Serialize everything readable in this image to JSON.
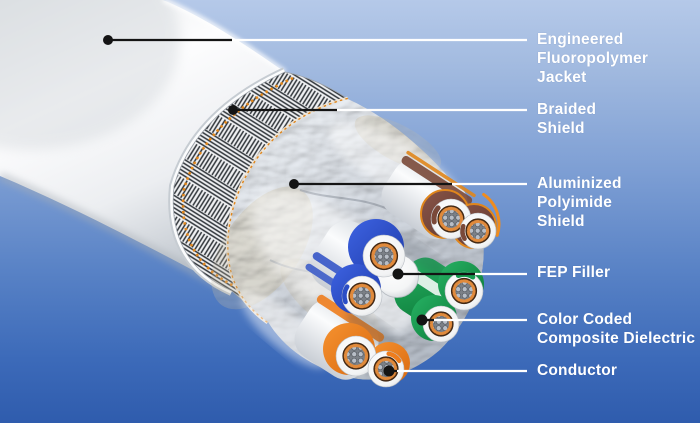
{
  "diagram": {
    "title_implicit": "Shielded multi-pair cable cutaway",
    "labels": {
      "jacket": "Engineered\nFluoropolymer\nJacket",
      "braided_shield": "Braided\nShield",
      "foil_shield": "Aluminized\nPolyimide\nShield",
      "filler": "FEP Filler",
      "dielectric": "Color Coded\nComposite Dielectric",
      "conductor": "Conductor"
    },
    "colors": {
      "background_top": "#b5c9e9",
      "background_bottom": "#2f5cad",
      "label_text": "#ffffff",
      "leader_line_over_cable": "#141414",
      "leader_line_over_sky": "#ffffff",
      "jacket_white": "#f7f8fa",
      "braid_strand_dark": "#2e3338",
      "shield_tape_orange": "#e0861c",
      "foil_silver": "#ccd1d8",
      "pair_blue": "#2b4ec6",
      "pair_green": "#149a4e",
      "pair_orange": "#ee7d1d",
      "pair_brown": "#7a4939",
      "copper": "#c87a33",
      "strand_gray": "#aab0b9",
      "fep_filler_white": "#ffffff"
    }
  }
}
